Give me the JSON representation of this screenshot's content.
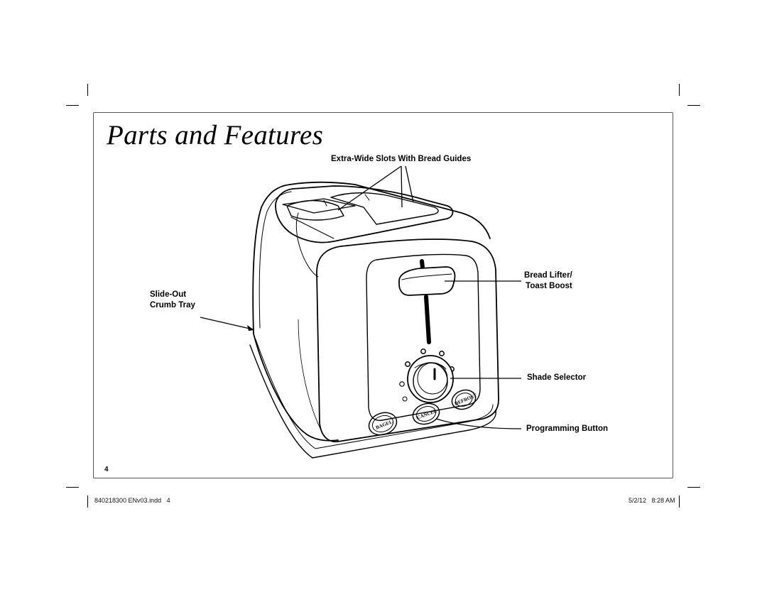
{
  "page": {
    "title": "Parts and Features",
    "page_number": "4"
  },
  "callouts": {
    "slots": "Extra-Wide Slots With Bread Guides",
    "lifter_line1": "Bread Lifter/",
    "lifter_line2": "Toast Boost",
    "crumb_line1": "Slide-Out",
    "crumb_line2": "Crumb Tray",
    "shade": "Shade Selector",
    "programming": "Programming Button"
  },
  "buttons": {
    "bagel": "BAGEL",
    "cancel": "CANCEL",
    "defrost": "DEFROST"
  },
  "footer": {
    "file": "840218300 ENv03.indd   4",
    "datetime": "5/2/12   8:28 AM"
  }
}
